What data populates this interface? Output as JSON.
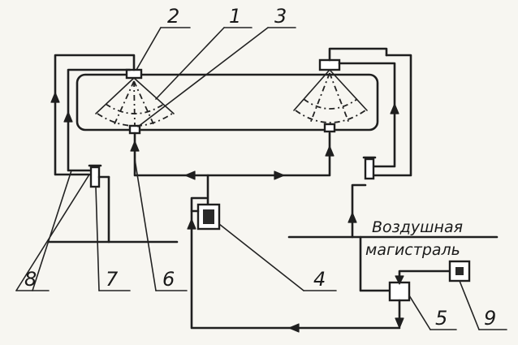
{
  "labels": {
    "n1": "1",
    "n2": "2",
    "n3": "3",
    "n4": "4",
    "n5": "5",
    "n6": "6",
    "n7": "7",
    "n8": "8",
    "n9": "9"
  },
  "caption": {
    "line1": "Воздушная",
    "line2": "магистраль"
  }
}
